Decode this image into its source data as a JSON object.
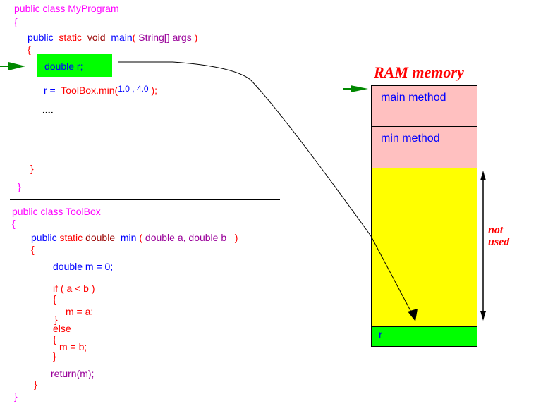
{
  "title": "Method call memory diagram",
  "colors": {
    "class_decl": "#ff00ff",
    "keyword_public": "#0000ff",
    "keyword_static": "#ff0000",
    "return_type": "#990000",
    "params": "#990099",
    "highlight_green": "#00ff00",
    "stack_frame_pink": "#ffc0c0",
    "unused_yellow": "#ffff00",
    "arrow_green": "#008800"
  },
  "my_program": {
    "class_decl": "public class MyProgram",
    "open_brace": "{",
    "main_sig": {
      "public": "public",
      "static": "static",
      "void": "void",
      "name": "main",
      "paren_open": "(",
      "params": "String[] args",
      "paren_close": ")"
    },
    "main_open_brace": "{",
    "decl_line": "double r;",
    "call_line": {
      "lhs": "r =",
      "call": "ToolBox.min(",
      "arg1": "1.0",
      "comma": ",",
      "arg2": "4.0",
      "close": ");"
    },
    "ellipsis": "....",
    "main_close_brace": "}",
    "close_brace": "}"
  },
  "toolbox": {
    "class_decl": "public class ToolBox",
    "open_brace": "{",
    "min_sig": {
      "public": "public",
      "static": "static",
      "type": "double",
      "name": "min",
      "paren_open": "(",
      "params": "double a, double b",
      "paren_close": ")"
    },
    "method_open_brace": "{",
    "decl_m": "double m = 0;",
    "if_line": "if ( a < b )",
    "if_open": "{",
    "then_stmt": "m = a;",
    "if_close": "}",
    "else_kw": "else",
    "else_open": "{",
    "else_stmt": "m = b;",
    "else_close": "}",
    "return_stmt": "return(m);",
    "method_close_brace": "}",
    "close_brace": "}"
  },
  "ram": {
    "title": "RAM memory",
    "segments": [
      {
        "label": "main method",
        "color": "#ffc0c0"
      },
      {
        "label": "min method",
        "color": "#ffc0c0"
      },
      {
        "label": "",
        "color": "#ffff00"
      },
      {
        "label": "r",
        "color": "#00ff00"
      }
    ],
    "note_line1": "not",
    "note_line2": "used"
  }
}
